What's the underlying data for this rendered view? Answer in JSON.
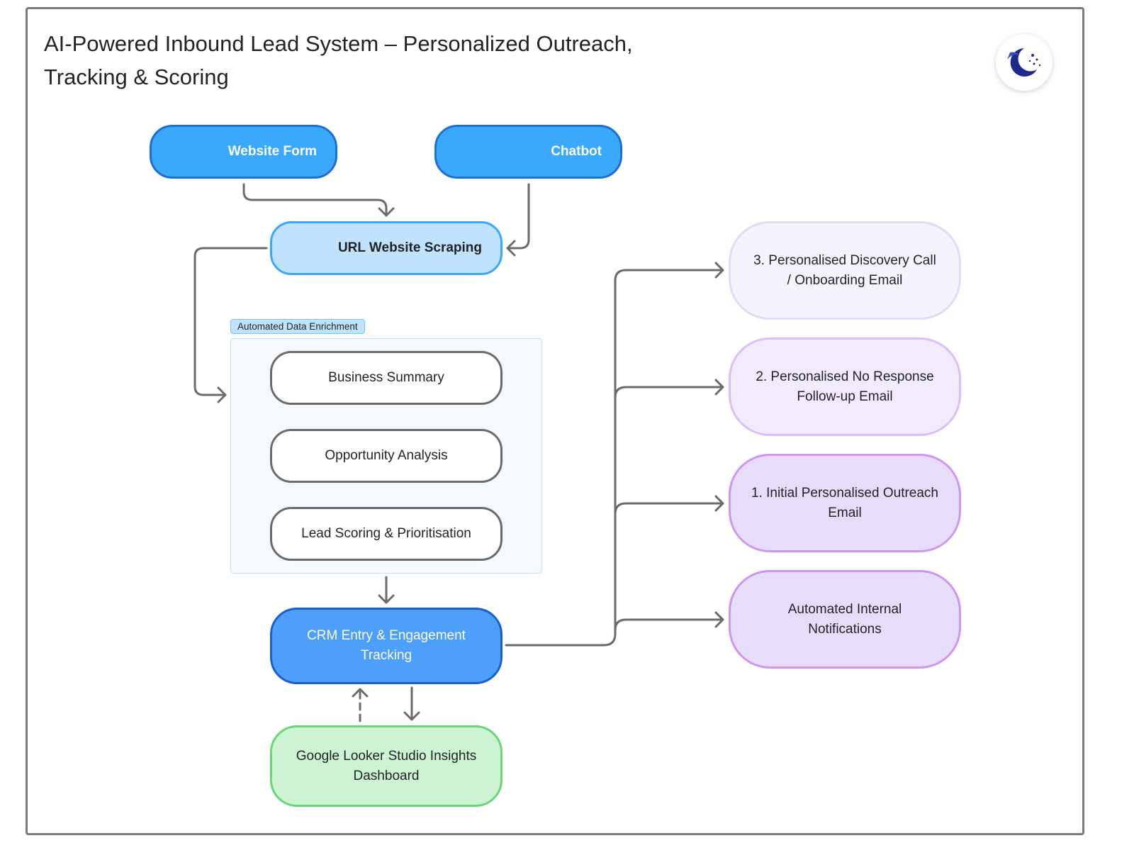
{
  "title": {
    "line1": "AI-Powered Inbound Lead System – Personalized Outreach,",
    "line2": "Tracking & Scoring"
  },
  "logo": {
    "icon": "moon-whale-logo-icon"
  },
  "sources": {
    "website_form": "Website Form",
    "chatbot": "Chatbot"
  },
  "scraping": "URL Website Scraping",
  "enrichment": {
    "label": "Automated Data Enrichment",
    "items": [
      "Business Summary",
      "Opportunity Analysis",
      "Lead Scoring & Prioritisation"
    ]
  },
  "crm": {
    "line1": "CRM Entry & Engagement",
    "line2": "Tracking"
  },
  "dashboard": {
    "line1": "Google Looker Studio Insights",
    "line2": "Dashboard"
  },
  "outputs": [
    {
      "line1": "3. Personalised Discovery Call",
      "line2": "/ Onboarding Email"
    },
    {
      "line1": "2. Personalised No Response",
      "line2": "Follow-up Email"
    },
    {
      "line1": "1. Initial Personalised Outreach",
      "line2": "Email"
    },
    {
      "line1": "Automated Internal",
      "line2": "Notifications"
    }
  ],
  "colors": {
    "source_fill": "#3aa8fb",
    "scrape_fill": "#bfe3fc",
    "crm_fill": "#4d9ffa",
    "dashboard_fill": "#cdf4d2",
    "output_fill": "#e8dcfb",
    "connector": "#6b6b6b"
  }
}
